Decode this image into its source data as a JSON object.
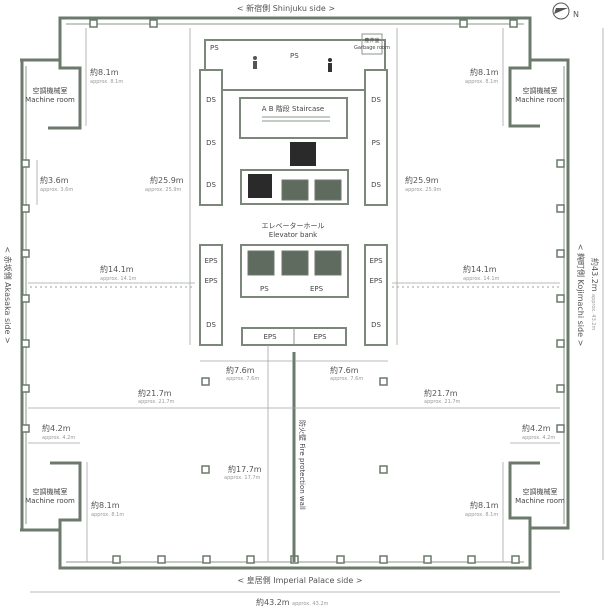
{
  "sides": {
    "top": "< 新宿側 Shinjuku side >",
    "bottom": "< 皇居側 Imperial Palace side >",
    "left": "< 赤坂側 Akasaka side >",
    "right": "< 麹町側 Kojimachi side >"
  },
  "north_label": "N",
  "rooms": {
    "machine_room_jp": "空調機械室",
    "machine_room_en": "Machine room",
    "garbage_jp": "塵芥室",
    "garbage_en": "Garbage room",
    "staircase": "A B 階段 Staircase",
    "elevator_jp": "エレベーターホール",
    "elevator_en": "Elevator bank",
    "ps": "PS",
    "ds": "DS",
    "eps": "EPS",
    "fire_wall": "防火壁 Fire protection wall"
  },
  "dimensions": {
    "d8_1": {
      "jp": "約8.1m",
      "en": "approx. 8.1m"
    },
    "d3_6": {
      "jp": "約3.6m",
      "en": "approx. 3.6m"
    },
    "d25_9": {
      "jp": "約25.9m",
      "en": "approx. 25.9m"
    },
    "d14_1": {
      "jp": "約14.1m",
      "en": "approx. 14.1m"
    },
    "d7_6": {
      "jp": "約7.6m",
      "en": "approx. 7.6m"
    },
    "d21_7": {
      "jp": "約21.7m",
      "en": "approx. 21.7m"
    },
    "d4_2": {
      "jp": "約4.2m",
      "en": "approx. 4.2m"
    },
    "d17_7": {
      "jp": "約17.7m",
      "en": "approx. 17.7m"
    },
    "d43_2": {
      "jp": "約43.2m",
      "en": "approx. 43.2m"
    }
  }
}
